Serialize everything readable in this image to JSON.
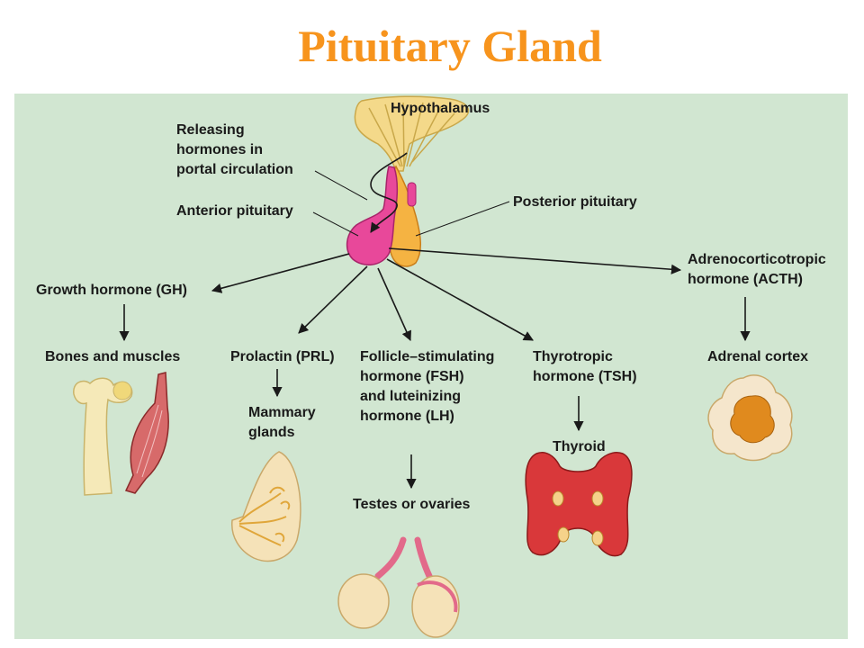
{
  "title": "Pituitary Gland",
  "labels": {
    "hypothalamus": "Hypothalamus",
    "releasing_1": "Releasing",
    "releasing_2": "hormones in",
    "releasing_3": "portal circulation",
    "anterior": "Anterior pituitary",
    "posterior": "Posterior pituitary",
    "acth_1": "Adrenocorticotropic",
    "acth_2": "hormone (ACTH)",
    "gh": "Growth hormone (GH)",
    "bones": "Bones and muscles",
    "prl": "Prolactin (PRL)",
    "fsh_1": "Follicle–stimulating",
    "fsh_2": "hormone (FSH)",
    "fsh_3": "and luteinizing",
    "fsh_4": "hormone (LH)",
    "tsh_1": "Thyrotropic",
    "tsh_2": "hormone (TSH)",
    "adrenal": "Adrenal cortex",
    "mammary_1": "Mammary",
    "mammary_2": "glands",
    "thyroid": "Thyroid",
    "testes": "Testes or ovaries"
  },
  "colors": {
    "title": "#f7941d",
    "panel": "#d1e6d1",
    "anterior": "#e8489a",
    "posterior": "#f5b342",
    "hypothalamus": "#f4d98a",
    "thyroid": "#d9383a",
    "adrenal_core": "#e08a1e"
  }
}
